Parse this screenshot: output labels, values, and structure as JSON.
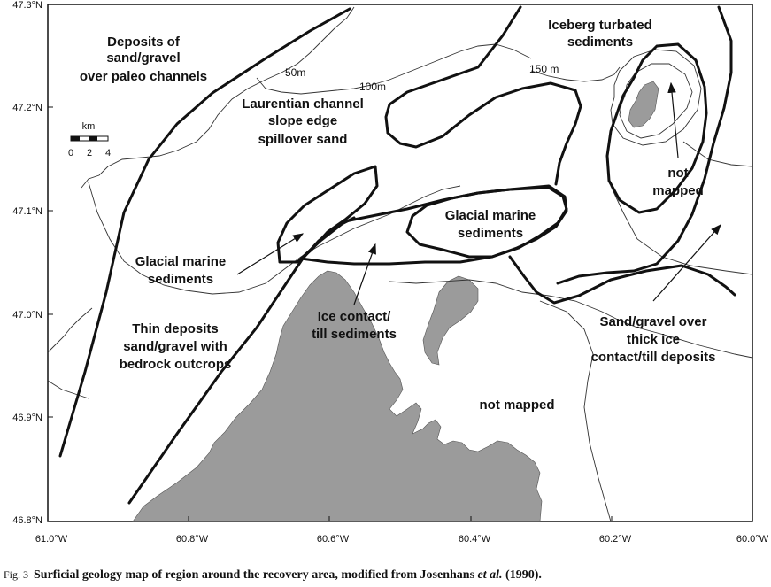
{
  "lat_labels": [
    "47.3°N",
    "47.2°N",
    "47.1°N",
    "47.0°N",
    "46.9°N",
    "46.8°N"
  ],
  "lon_labels": [
    "61.0°W",
    "60.8°W",
    "60.6°W",
    "60.4°W",
    "60.2°W",
    "60.0°W"
  ],
  "scale_bar": {
    "unit": "km",
    "ticks": [
      "0",
      "2",
      "4"
    ]
  },
  "depth_labels": [
    "50m",
    "100m",
    "150 m"
  ],
  "regions": {
    "deposits_paleo": [
      "Deposits of",
      "sand/gravel",
      "over paleo channels"
    ],
    "laurentian": [
      "Laurentian channel",
      "slope edge",
      "spillover sand"
    ],
    "iceberg": [
      "Iceberg turbated",
      "sediments"
    ],
    "not_mapped_ne": [
      "not",
      "mapped"
    ],
    "glacial_marine_east": [
      "Glacial marine",
      "sediments"
    ],
    "glacial_marine_west": [
      "Glacial marine",
      "sediments"
    ],
    "ice_contact": [
      "Ice contact/",
      "till sediments"
    ],
    "thin_deposits": [
      "Thin deposits",
      "sand/gravel with",
      "bedrock outcrops"
    ],
    "sand_gravel_over": [
      "Sand/gravel over",
      "thick ice",
      "contact/till deposits"
    ],
    "not_mapped_land": [
      "not mapped"
    ]
  },
  "caption": {
    "fig_label": "Fig. 3",
    "text_bold": "Surficial geology map of region around the recovery area, modified from Josenhans ",
    "text_italic": "et al.",
    "text_end": " (1990)."
  },
  "colors": {
    "land": "#9b9b9b",
    "line": "#111111",
    "contour": "#333333"
  }
}
